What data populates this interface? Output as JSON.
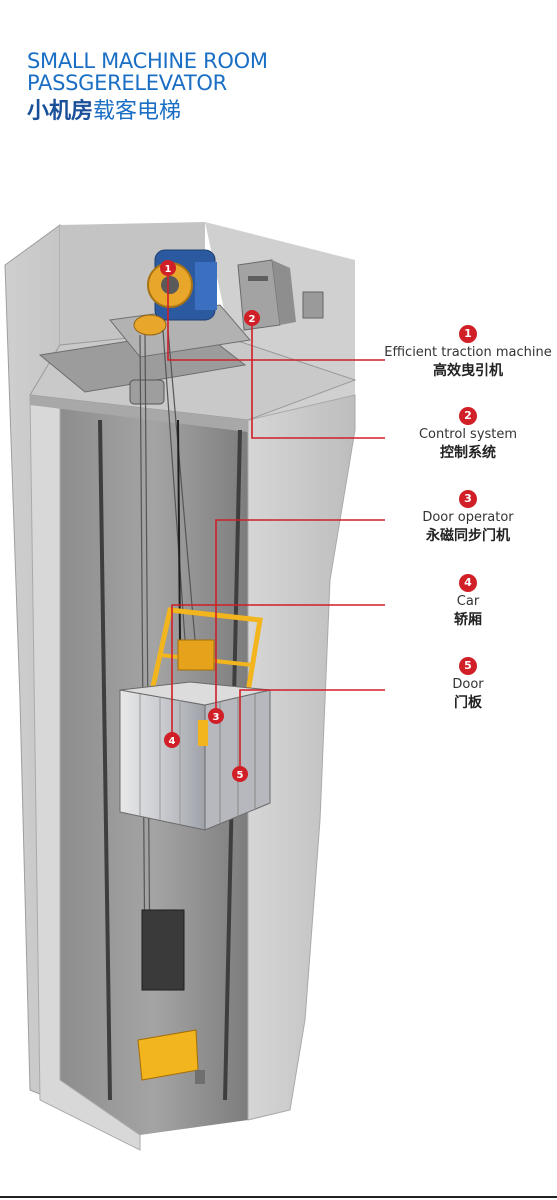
{
  "title": {
    "line1": "SMALL MACHINE ROOM",
    "line2": "PASSGERELEVATOR",
    "cn_bold": "小机房",
    "cn_rest": "载客电梯"
  },
  "callouts": [
    {
      "num": "1",
      "en": "Efficient traction machine",
      "cn": "高效曳引机"
    },
    {
      "num": "2",
      "en": "Control system",
      "cn": "控制系统"
    },
    {
      "num": "3",
      "en": "Door operator",
      "cn": "永磁同步门机"
    },
    {
      "num": "4",
      "en": "Car",
      "cn": "轿厢"
    },
    {
      "num": "5",
      "en": "Door",
      "cn": "门板"
    }
  ],
  "colors": {
    "accent_red": "#d01f26",
    "title_blue": "#1a6fc4",
    "shaft_gray": "#bdbdbd",
    "machine_blue": "#2c5aa0",
    "frame_yellow": "#f2b51d"
  },
  "icons": [
    "traction-machine-illustration",
    "controller-cabinet-illustration",
    "elevator-car-illustration",
    "counterweight-illustration"
  ]
}
